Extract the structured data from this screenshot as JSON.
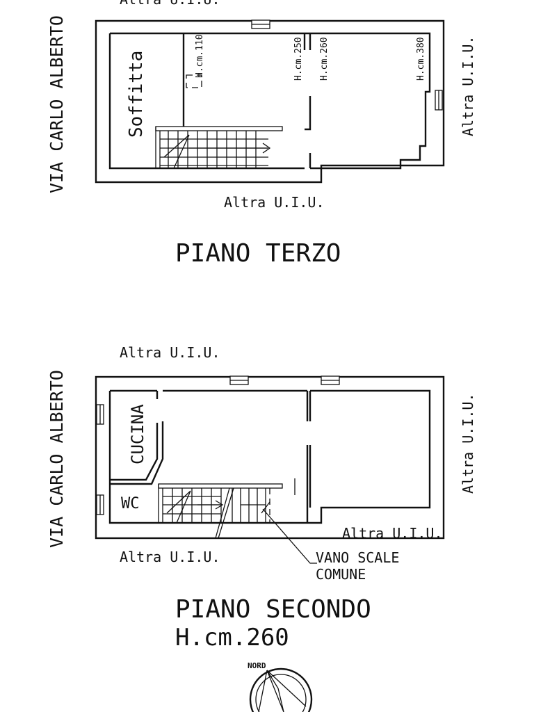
{
  "top_floor": {
    "header_partial": "Altra U.I.U.",
    "street_label": "VIA CARLO ALBERTO",
    "room_label": "Soffitta",
    "height_labels": [
      "H.cm.110",
      "H.cm.250",
      "H.cm.260",
      "H.cm.380"
    ],
    "right_neighbor": "Altra U.I.U.",
    "bottom_neighbor": "Altra U.I.U.",
    "title": "PIANO TERZO"
  },
  "second_floor": {
    "top_neighbor": "Altra U.I.U.",
    "street_label": "VIA CARLO ALBERTO",
    "kitchen_label": "CUCINA",
    "wc_label": "WC",
    "right_neighbor": "Altra U.I.U.",
    "bottom_right_neighbor": "Altra U.I.U.",
    "bottom_left_neighbor": "Altra U.I.U.",
    "stair_label_line1": "VANO SCALE",
    "stair_label_line2": "COMUNE",
    "title": "PIANO SECONDO",
    "height": "H.cm.260"
  },
  "north_label": "NORD"
}
